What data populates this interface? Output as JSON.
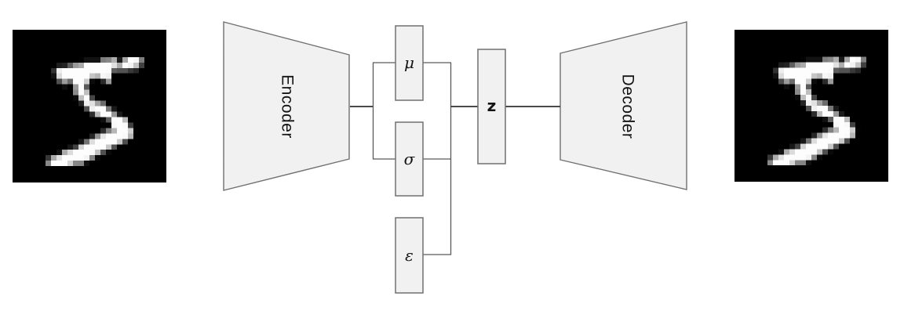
{
  "diagram": {
    "type": "variational-autoencoder",
    "encoder_label": "Encoder",
    "decoder_label": "Decoder",
    "nodes": {
      "mu": "μ",
      "sigma": "σ",
      "epsilon": "ε",
      "z": "z"
    }
  },
  "colors": {
    "background": "#ffffff",
    "shape_fill": "#f1f1f1",
    "shape_border": "#707070",
    "connector": "#5a5a5a",
    "connector_main": "#4a4a4a",
    "label_text": "#141414",
    "digit_background": "#000000",
    "digit_foreground": "#ffffff"
  },
  "digit": {
    "digit_shown": "5",
    "grid_size": 28,
    "rows_hex": [
      "00000000000000000000000000000000000000000000000000000000",
      "00000000000000000000000000000000000000000000000000000000",
      "00000000000000000000000000000000000000000000000000000000",
      "00000000000000000000000000000000000000000000000000000000",
      "00000000000000000000000000000000000000000000000000000000",
      "000000000000000000000000031212127e88af1aa6fff77f00000000",
      "00000000000000001e245e9aaafdfdfdfdfde1acfdf2c34000000000",
      "0000000000000031eefdfdfdfdfdfdfdfdfb5d525238270000000000",
      "0000000000000012dbfdfdfdfdfdc6b6f7f100000000000000000000",
      "0000000000000000509c6bfdfdcd0b002b9a00000000000000000000",
      "0000000000000000000e019afd5a0000000000000000000000000000",
      "00000000000000000000008bfdbe0200000000000000000000000000",
      "00000000000000000000000bbefd4600000000000000000000000000",
      "00000000000000000000000023f1e1a06c0100000000000000000000",
      "0000000000000000000000000051f0fdfd7719000000000000000000",
      "00000000000000000000000000002dbafdfd961b0000000000000000",
      "00000000000000000000000000000000105dfcfdbb00000000000000",
      "000000000000000000000000000000000000f9fdf940000000000000",
      "000000000000000000000000000000002e82b7fdfdcf020000000000",
      "00000000000000000000000000002794e5fdfdfdfab6000000000000",
      "0000000000000000000000001872ddfdfdfdfdc94e00000000000000",
      "000000000000000000001742d5fdfdfdfdc6510200000000000000",
      "000000000000000012abdbfdfdfdfdc3500900000000000000000000",
      "00000000000037ace2fdfdfdfdf4850b000000000000000000000000",
      "00000000000088fdfdfdd48784100000000000000000000000000000",
      "00000000000000000000000000000000000000000000000000000000",
      "00000000000000000000000000000000000000000000000000000000",
      "00000000000000000000000000000000000000000000000000000000"
    ]
  }
}
